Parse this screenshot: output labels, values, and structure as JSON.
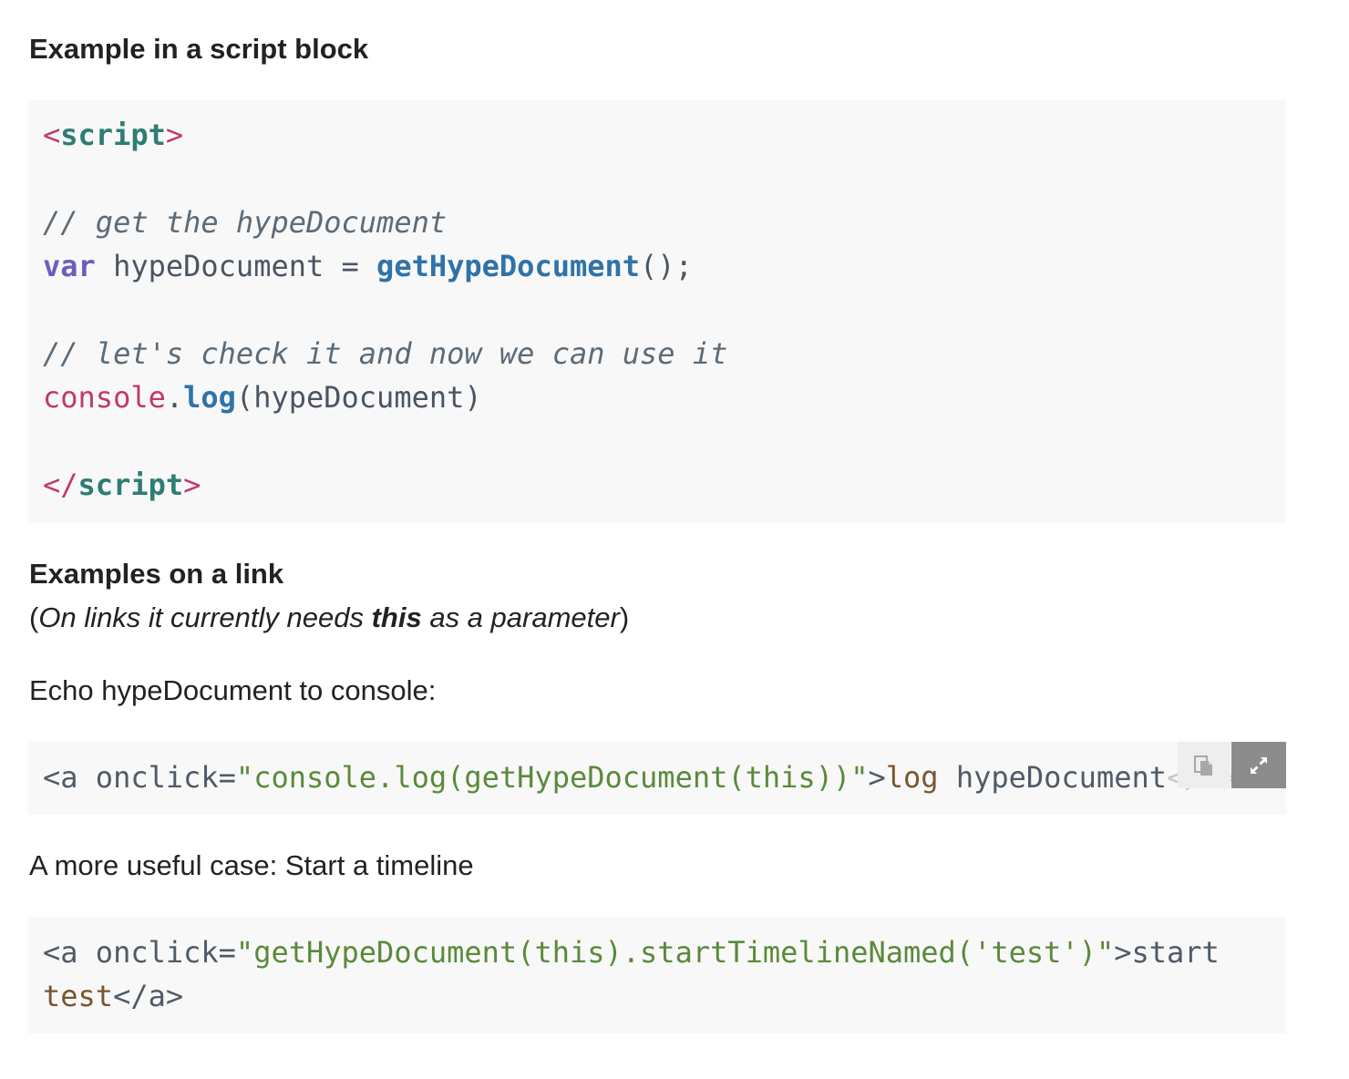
{
  "section1": {
    "heading": "Example in a script block",
    "code": {
      "open_lt": "<",
      "open_tag": "script",
      "open_gt": ">",
      "comment1": "// get the hypeDocument",
      "kw_var": "var",
      "var_decl": " hypeDocument = ",
      "fn_call": "getHypeDocument",
      "call_end": "();",
      "comment2": "// let's check it and now we can use it",
      "console_obj": "console",
      "dot": ".",
      "log_method": "log",
      "log_args": "(hypeDocument)",
      "close_lt": "</",
      "close_tag": "script",
      "close_gt": ">"
    }
  },
  "section2": {
    "heading": "Examples on a link",
    "note_open": "(",
    "note_italic1": "On links it currently needs ",
    "note_bold": "this",
    "note_italic2": " as a parameter",
    "note_close": ")",
    "echo_label": "Echo hypeDocument to console:",
    "code1": {
      "attr_start": "<a onclick=",
      "str": "\"console.log(getHypeDocument(this))\"",
      "gt": ">",
      "text_log": "log",
      "text_rest": " hypeDocument",
      "fade_close": "</a>"
    },
    "toolbar": {
      "copy_icon": "copy-icon",
      "expand_icon": "expand-icon"
    },
    "useful_label": "A more useful case: Start a timeline",
    "code2": {
      "attr_start": "<a onclick=",
      "str": "\"getHypeDocument(this).startTimelineNamed('test')\"",
      "gt_start": ">start",
      "text_test": "test",
      "close": "</a>"
    }
  },
  "colors": {
    "code_bg": "#f8f8f8",
    "tag_bracket": "#c2396a",
    "tag_name": "#2e7d74",
    "comment": "#5c6b78",
    "keyword": "#6a5fbd",
    "function": "#2f73a8",
    "string": "#5a8a3a",
    "link_text": "#7a5530"
  }
}
